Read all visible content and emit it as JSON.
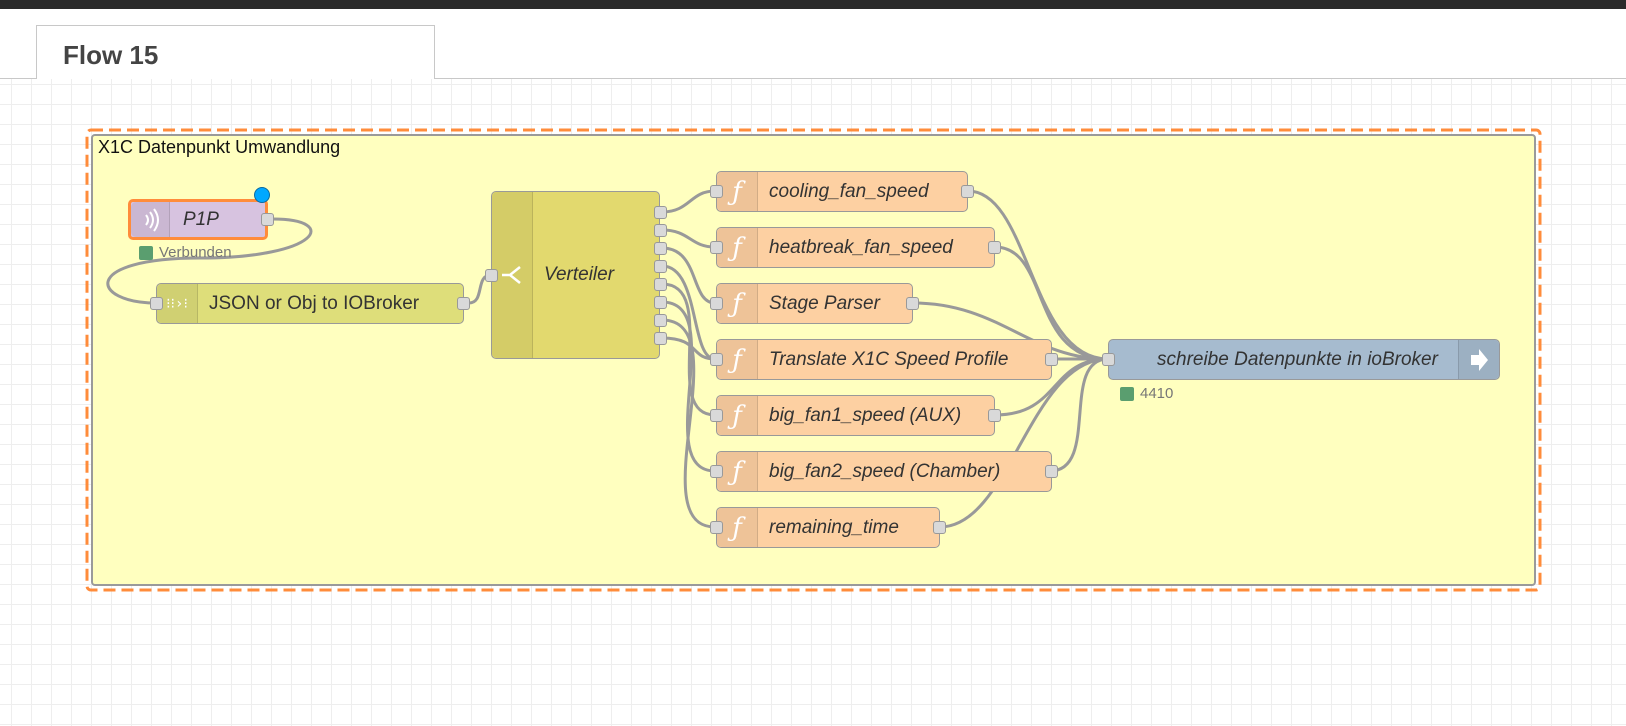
{
  "tab": {
    "label": "Flow 15"
  },
  "group": {
    "label": "X1C Datenpunkt Umwandlung",
    "fill": "#ffffbf",
    "border": "#999999",
    "selection": "#ff8c3b"
  },
  "nodes": {
    "p1p": {
      "label": "P1P",
      "status": "Verbunden",
      "color": "#d7c3e0",
      "icon": "broadcast-icon"
    },
    "json": {
      "label": "JSON or Obj to IOBroker",
      "color": "#dede7a",
      "icon": "json-icon"
    },
    "verteiler": {
      "label": "Verteiler",
      "color": "#e2d96e",
      "icon": "switch-icon"
    },
    "cooling": {
      "label": "cooling_fan_speed",
      "icon": "function-icon"
    },
    "heatbreak": {
      "label": "heatbreak_fan_speed",
      "icon": "function-icon"
    },
    "stage": {
      "label": "Stage Parser",
      "icon": "function-icon"
    },
    "translate": {
      "label": "Translate X1C Speed Profile",
      "icon": "function-icon"
    },
    "bigfan1": {
      "label": "big_fan1_speed (AUX)",
      "icon": "function-icon"
    },
    "bigfan2": {
      "label": "big_fan2_speed (Chamber)",
      "icon": "function-icon"
    },
    "remaining": {
      "label": "remaining_time",
      "icon": "function-icon"
    },
    "iobroker": {
      "label": "schreibe Datenpunkte in ioBroker",
      "status": "4410",
      "color": "#a6bbcf",
      "icon": "arrow-right-icon"
    }
  },
  "icons": {
    "function": "ƒ"
  }
}
